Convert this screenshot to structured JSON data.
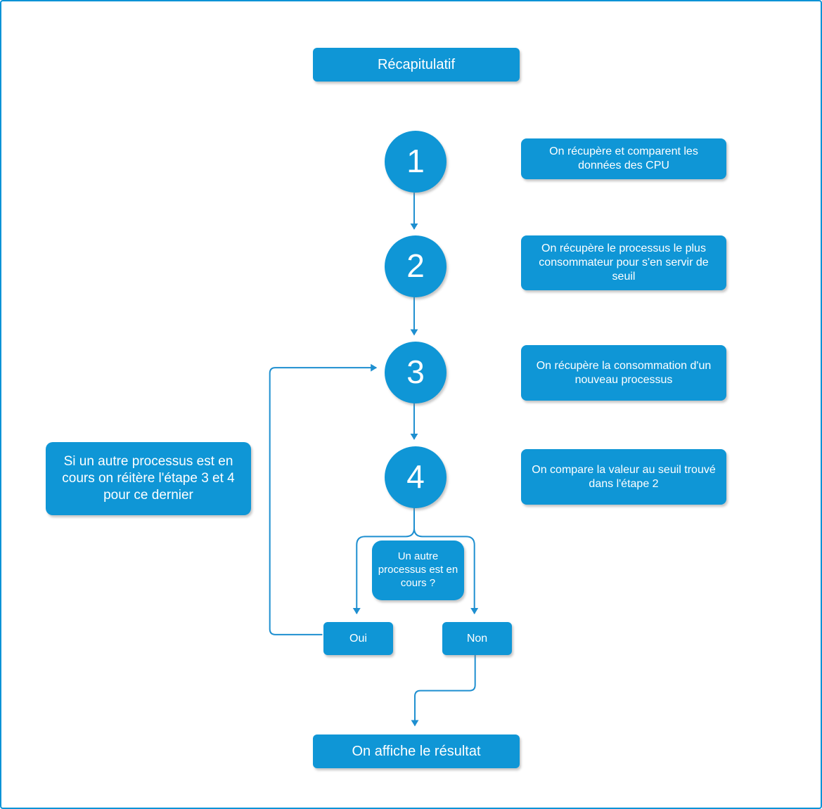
{
  "colors": {
    "accent": "#0f96d6",
    "line": "#1e8fd0",
    "border": "#0d93d6"
  },
  "title": "Récapitulatif",
  "steps": [
    {
      "number": "1",
      "description": "On récupère et comparent les données des CPU"
    },
    {
      "number": "2",
      "description": "On récupère le processus le plus consommateur pour s'en servir de seuil"
    },
    {
      "number": "3",
      "description": "On récupère la consommation d'un nouveau processus"
    },
    {
      "number": "4",
      "description": "On compare la valeur au seuil trouvé dans l'étape 2"
    }
  ],
  "loop_note": "Si un autre processus est en cours on réitère l'étape 3 et 4 pour ce dernier",
  "decision": {
    "question": "Un autre processus est en cours ?",
    "yes_label": "Oui",
    "no_label": "Non"
  },
  "result": "On affiche le résultat"
}
